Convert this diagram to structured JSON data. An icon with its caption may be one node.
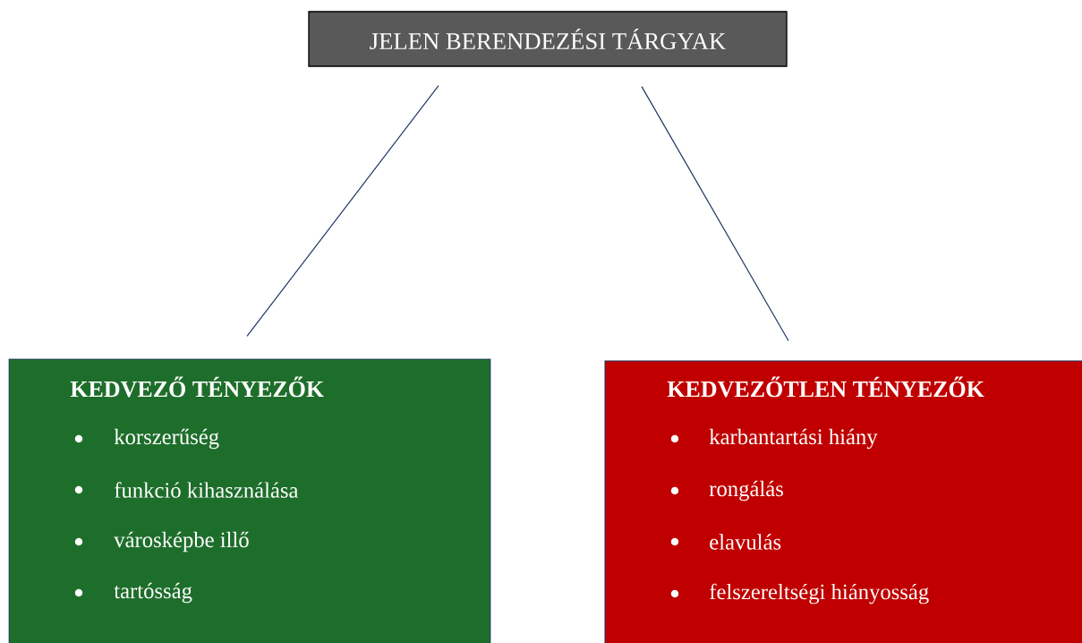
{
  "diagram": {
    "nodes": [
      {
        "text": [
          "JELEN BERENDEZÉSI TÁRGYAK"
        ]
      },
      {
        "text": [
          "KEDVEZŐ TÉNYEZŐK",
          "korszerűség",
          "funkció kihasználása",
          "városképbe illő",
          "tartósság"
        ]
      },
      {
        "text": [
          "KEDVEZŐTLEN TÉNYEZŐK",
          "karbantartási hiány",
          "rongálás",
          "elavulás",
          "felszereltségi hiányosság"
        ]
      }
    ],
    "edges": [
      {
        "from": 0,
        "to": 1,
        "arrow": "none"
      },
      {
        "from": 0,
        "to": 2,
        "arrow": "none"
      }
    ]
  }
}
